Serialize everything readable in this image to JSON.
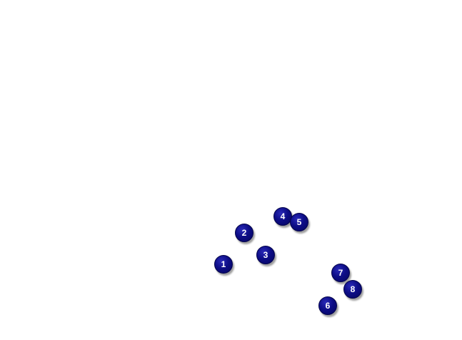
{
  "map": {
    "background_color": "#ffffff",
    "marker_color": "#0d0d86",
    "marker_label_color": "#ffffff",
    "markers": [
      {
        "label": "1"
      },
      {
        "label": "2"
      },
      {
        "label": "3"
      },
      {
        "label": "4"
      },
      {
        "label": "5"
      },
      {
        "label": "6"
      },
      {
        "label": "7"
      },
      {
        "label": "8"
      }
    ]
  }
}
